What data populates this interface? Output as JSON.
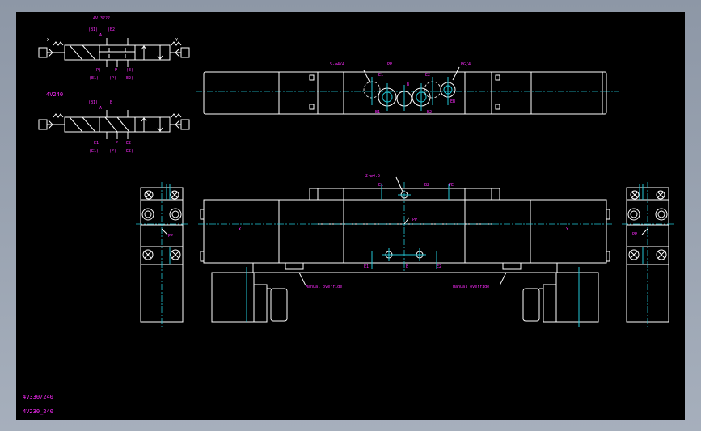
{
  "symbols": {
    "top": {
      "heading": "4V 3???",
      "ports_top": [
        "(B1)",
        "A",
        "(B2)"
      ],
      "ports_bottom": [
        "(P)",
        "P",
        "(E)"
      ],
      "side_left": "X",
      "side_right": "Y",
      "sub_bottom": [
        "(E1)",
        "(P)",
        "(E2)"
      ]
    },
    "bottom": {
      "heading": "4V240",
      "ports_top": [
        "(B1)",
        "A",
        "B"
      ],
      "ports_bottom": [
        "E1",
        "P",
        "E2"
      ],
      "sub_bottom": [
        "(E1)",
        "(P)",
        "(E2)"
      ]
    }
  },
  "top_view": {
    "labels": [
      "5-ø4/4",
      "PP",
      "PG/4",
      "E1",
      "B",
      "E2",
      "B1",
      "B2",
      "EB"
    ]
  },
  "front_view": {
    "labels": [
      "2-ø4.5",
      "E1",
      "B2",
      "PE",
      "PP",
      "X",
      "Y",
      "E1",
      "B",
      "E2"
    ],
    "notes": [
      "Manual override",
      "Manual override"
    ]
  },
  "side_views": {
    "left_label": "PP",
    "right_label": "PP"
  },
  "model_labels": [
    "4V330/240",
    "4V230_240"
  ]
}
